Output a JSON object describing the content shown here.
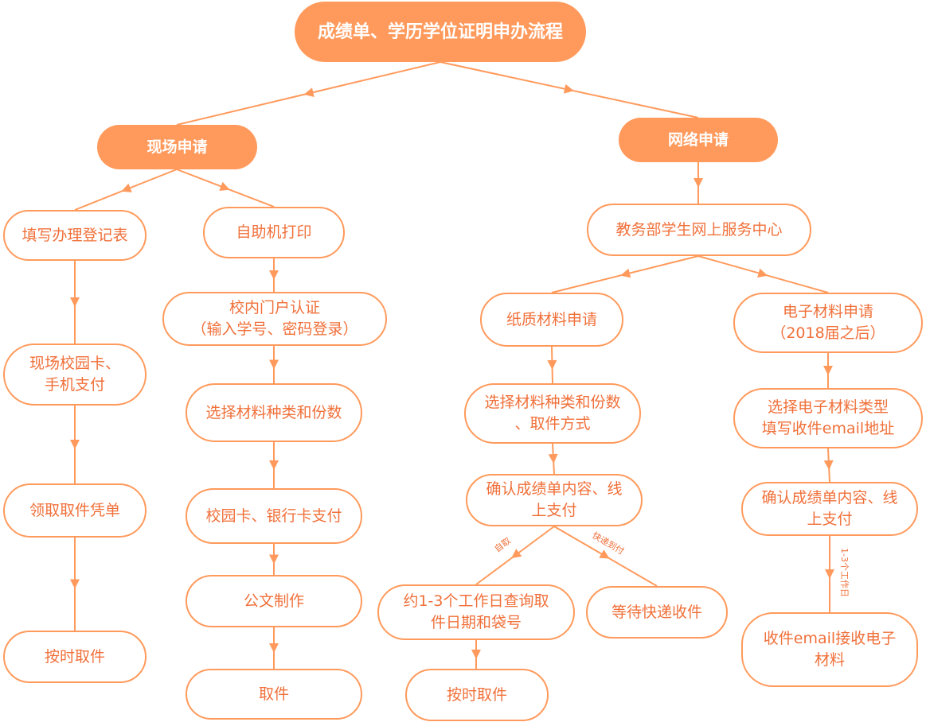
{
  "title": "成绩单、学历学位证明申办流程",
  "onsite": {
    "label": "现场申请",
    "manual": [
      "填写办理登记表",
      "现场校园卡、\n手机支付",
      "领取取件凭单",
      "按时取件"
    ],
    "kiosk": [
      "自助机打印",
      "校内门户认证\n（输入学号、密码登录）",
      "选择材料种类和份数",
      "校园卡、银行卡支付",
      "公文制作",
      "取件"
    ]
  },
  "online": {
    "label": "网络申请",
    "portal": "教务部学生网上服务中心",
    "paper": [
      "纸质材料申请",
      "选择材料种类和份数\n、取件方式",
      "确认成绩单内容、线\n上支付"
    ],
    "pickup": [
      "约1-3个工作日查询取\n件日期和袋号",
      "按时取件"
    ],
    "express": "等待快递收件",
    "edge_self_pickup": "自取",
    "edge_express": "快递到付",
    "electronic": [
      "电子材料申请\n（2018届之后）",
      "选择电子材料类型\n填写收件email地址",
      "确认成绩单内容、线\n上支付",
      "收件email接收电子\n材料"
    ],
    "edge_days": "1-3个工作日"
  },
  "colors": {
    "accent": "#FF9A5C",
    "text": "#F0703A"
  }
}
